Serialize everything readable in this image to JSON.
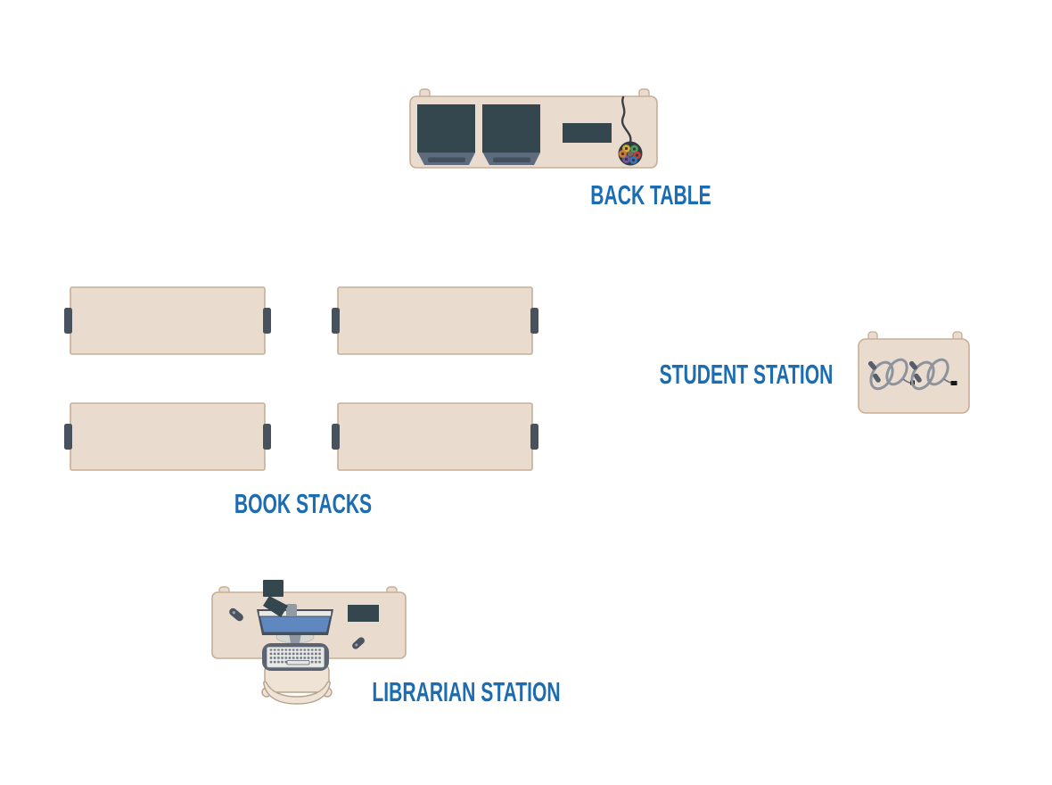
{
  "diagram": {
    "title_visible": false,
    "type": "library-floor-plan",
    "areas": [
      {
        "id": "back-table",
        "label": "BACK TABLE",
        "equipment_icons": [
          "monitor-icon",
          "monitor-icon",
          "keyboard-tray-icon",
          "keyboard-tray-icon",
          "tablet-icon",
          "trackball-mouse-icon",
          "cable-icon"
        ]
      },
      {
        "id": "book-stacks",
        "label": "BOOK STACKS",
        "shelf_count": 4,
        "equipment_icons": [
          "bookshelf-icon",
          "bookshelf-icon",
          "bookshelf-icon",
          "bookshelf-icon"
        ]
      },
      {
        "id": "student-station",
        "label": "STUDENT STATION",
        "equipment_icons": [
          "headphones-coil-icon",
          "headphones-coil-icon",
          "audio-plug-icon",
          "audio-plug-icon"
        ]
      },
      {
        "id": "librarian-station",
        "label": "LIBRARIAN STATION",
        "equipment_icons": [
          "barcode-scanner-icon",
          "scanner-cradle-icon",
          "monitor-icon",
          "keyboard-icon",
          "office-chair-icon",
          "stapler-icon",
          "notepad-icon",
          "pen-icon"
        ]
      }
    ]
  },
  "colors": {
    "label_text": "#1b6cb0",
    "furniture_fill": "#e9dccf",
    "furniture_border": "#c8ae94",
    "equipment_dark": "#34474f",
    "screen_blue": "#5f87c0",
    "tab_dark": "#47525d",
    "chair_fill": "#eee3d4",
    "bg": "#ffffff",
    "trackball_patches": [
      "#d2ae3a",
      "#4d9d57",
      "#b5443c",
      "#3b74b0",
      "#6f5a9e",
      "#cf7a36"
    ]
  }
}
